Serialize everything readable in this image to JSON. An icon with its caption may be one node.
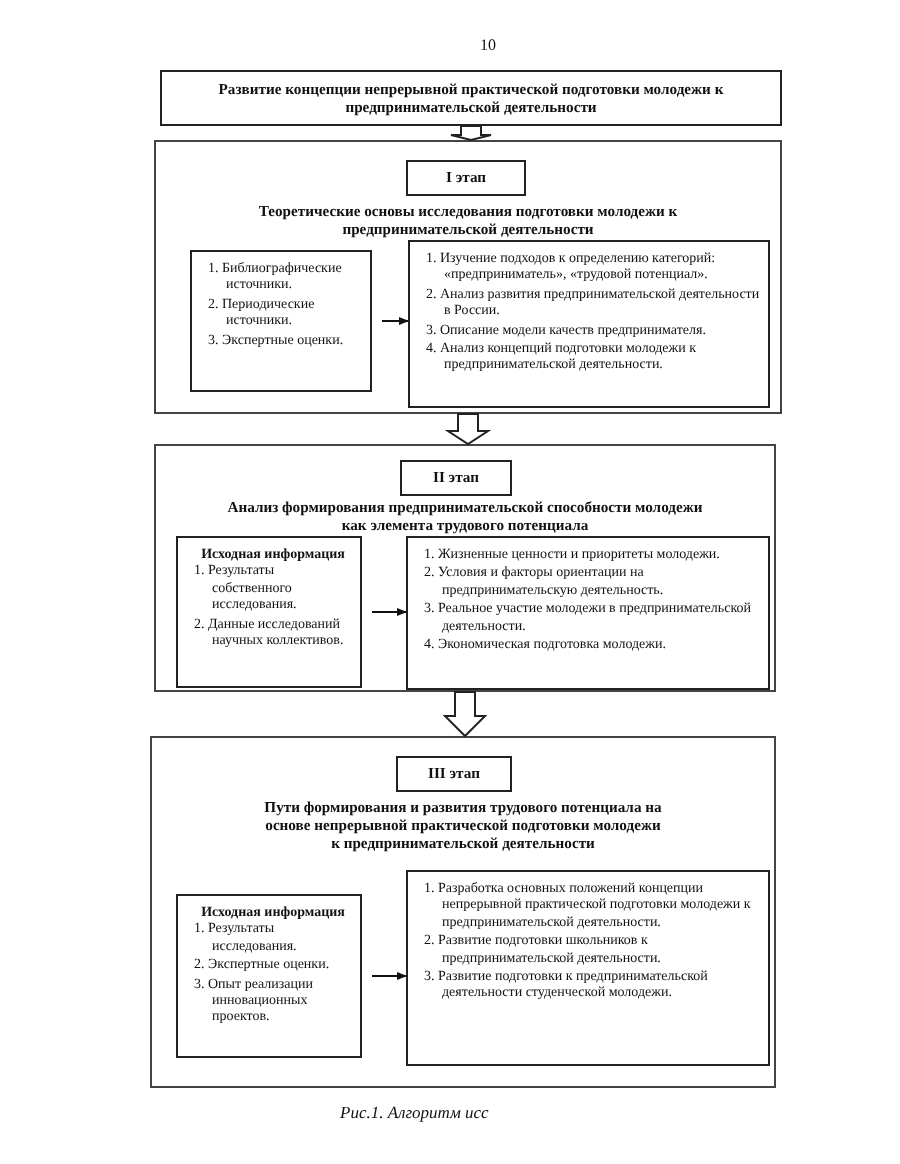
{
  "diagram": {
    "caption": "Рис.1. Алгоритм исс",
    "nodes": [
      {
        "text": [
          "Развитие концепции непрерывной практической подготовки молодежи к предпринимательской деятельности"
        ]
      },
      {
        "text": [
          "Теоретические основы исследования подготовки молодежи к предпринимательской деятельности"
        ]
      },
      {
        "text": [
          "I этап"
        ],
        "in": 1
      },
      {
        "text": [
          "1. Библиографические источники.",
          "2. Периодические источники.",
          "3. Экспертные оценки."
        ],
        "in": 1
      },
      {
        "text": [
          "1. Изучение подходов к определению категорий: «предприниматель», «трудовой потенциал».",
          "2. Анализ развития предпринимательской деятельности в России.",
          "3. Описание модели качеств предпринимателя.",
          "4. Анализ концепций подготовки молодежи к предпринимательской деятельности."
        ],
        "in": 1
      },
      {
        "text": [
          "Анализ формирования предпринимательской способности молодежи как элемента трудового потенциала"
        ]
      },
      {
        "text": [
          "II этап"
        ],
        "in": 5
      },
      {
        "text": [
          "Исходная информация",
          "1. Результаты собственного исследования.",
          "2. Данные исследований научных коллективов."
        ],
        "in": 5
      },
      {
        "text": [
          "1. Жизненные ценности и приоритеты молодежи.",
          "2. Условия и факторы ориентации на предпринимательскую деятельность.",
          "3. Реальное участие молодежи в предпринимательской деятельности.",
          "4. Экономическая подготовка молодежи."
        ],
        "in": 5
      },
      {
        "text": [
          "Пути формирования и развития трудового потенциала на основе непрерывной практической подготовки молодежи к предпринимательской деятельности"
        ]
      },
      {
        "text": [
          "III этап"
        ],
        "in": 9
      },
      {
        "text": [
          "Исходная информация",
          "1. Результаты исследования.",
          "2. Экспертные оценки.",
          "3. Опыт реализации инновационных проектов."
        ],
        "in": 9
      },
      {
        "text": [
          "1. Разработка основных положений концепции непрерывной практической подготовки молодежи к предпринимательской деятельности.",
          "2. Развитие подготовки школьников к предпринимательской деятельности.",
          "3. Развитие подготовки к предпринимательской деятельности студенческой молодежи."
        ],
        "in": 9
      }
    ],
    "edges": [
      {
        "from": 0,
        "to": 1,
        "arrow": "to",
        "style": "thick"
      },
      {
        "from": 3,
        "to": 4,
        "arrow": "to"
      },
      {
        "from": 1,
        "to": 5,
        "arrow": "to",
        "style": "thick"
      },
      {
        "from": 7,
        "to": 8,
        "arrow": "to"
      },
      {
        "from": 5,
        "to": 9,
        "arrow": "to",
        "style": "thick"
      },
      {
        "from": 11,
        "to": 12,
        "arrow": "to"
      }
    ],
    "labels": [
      "10"
    ]
  }
}
